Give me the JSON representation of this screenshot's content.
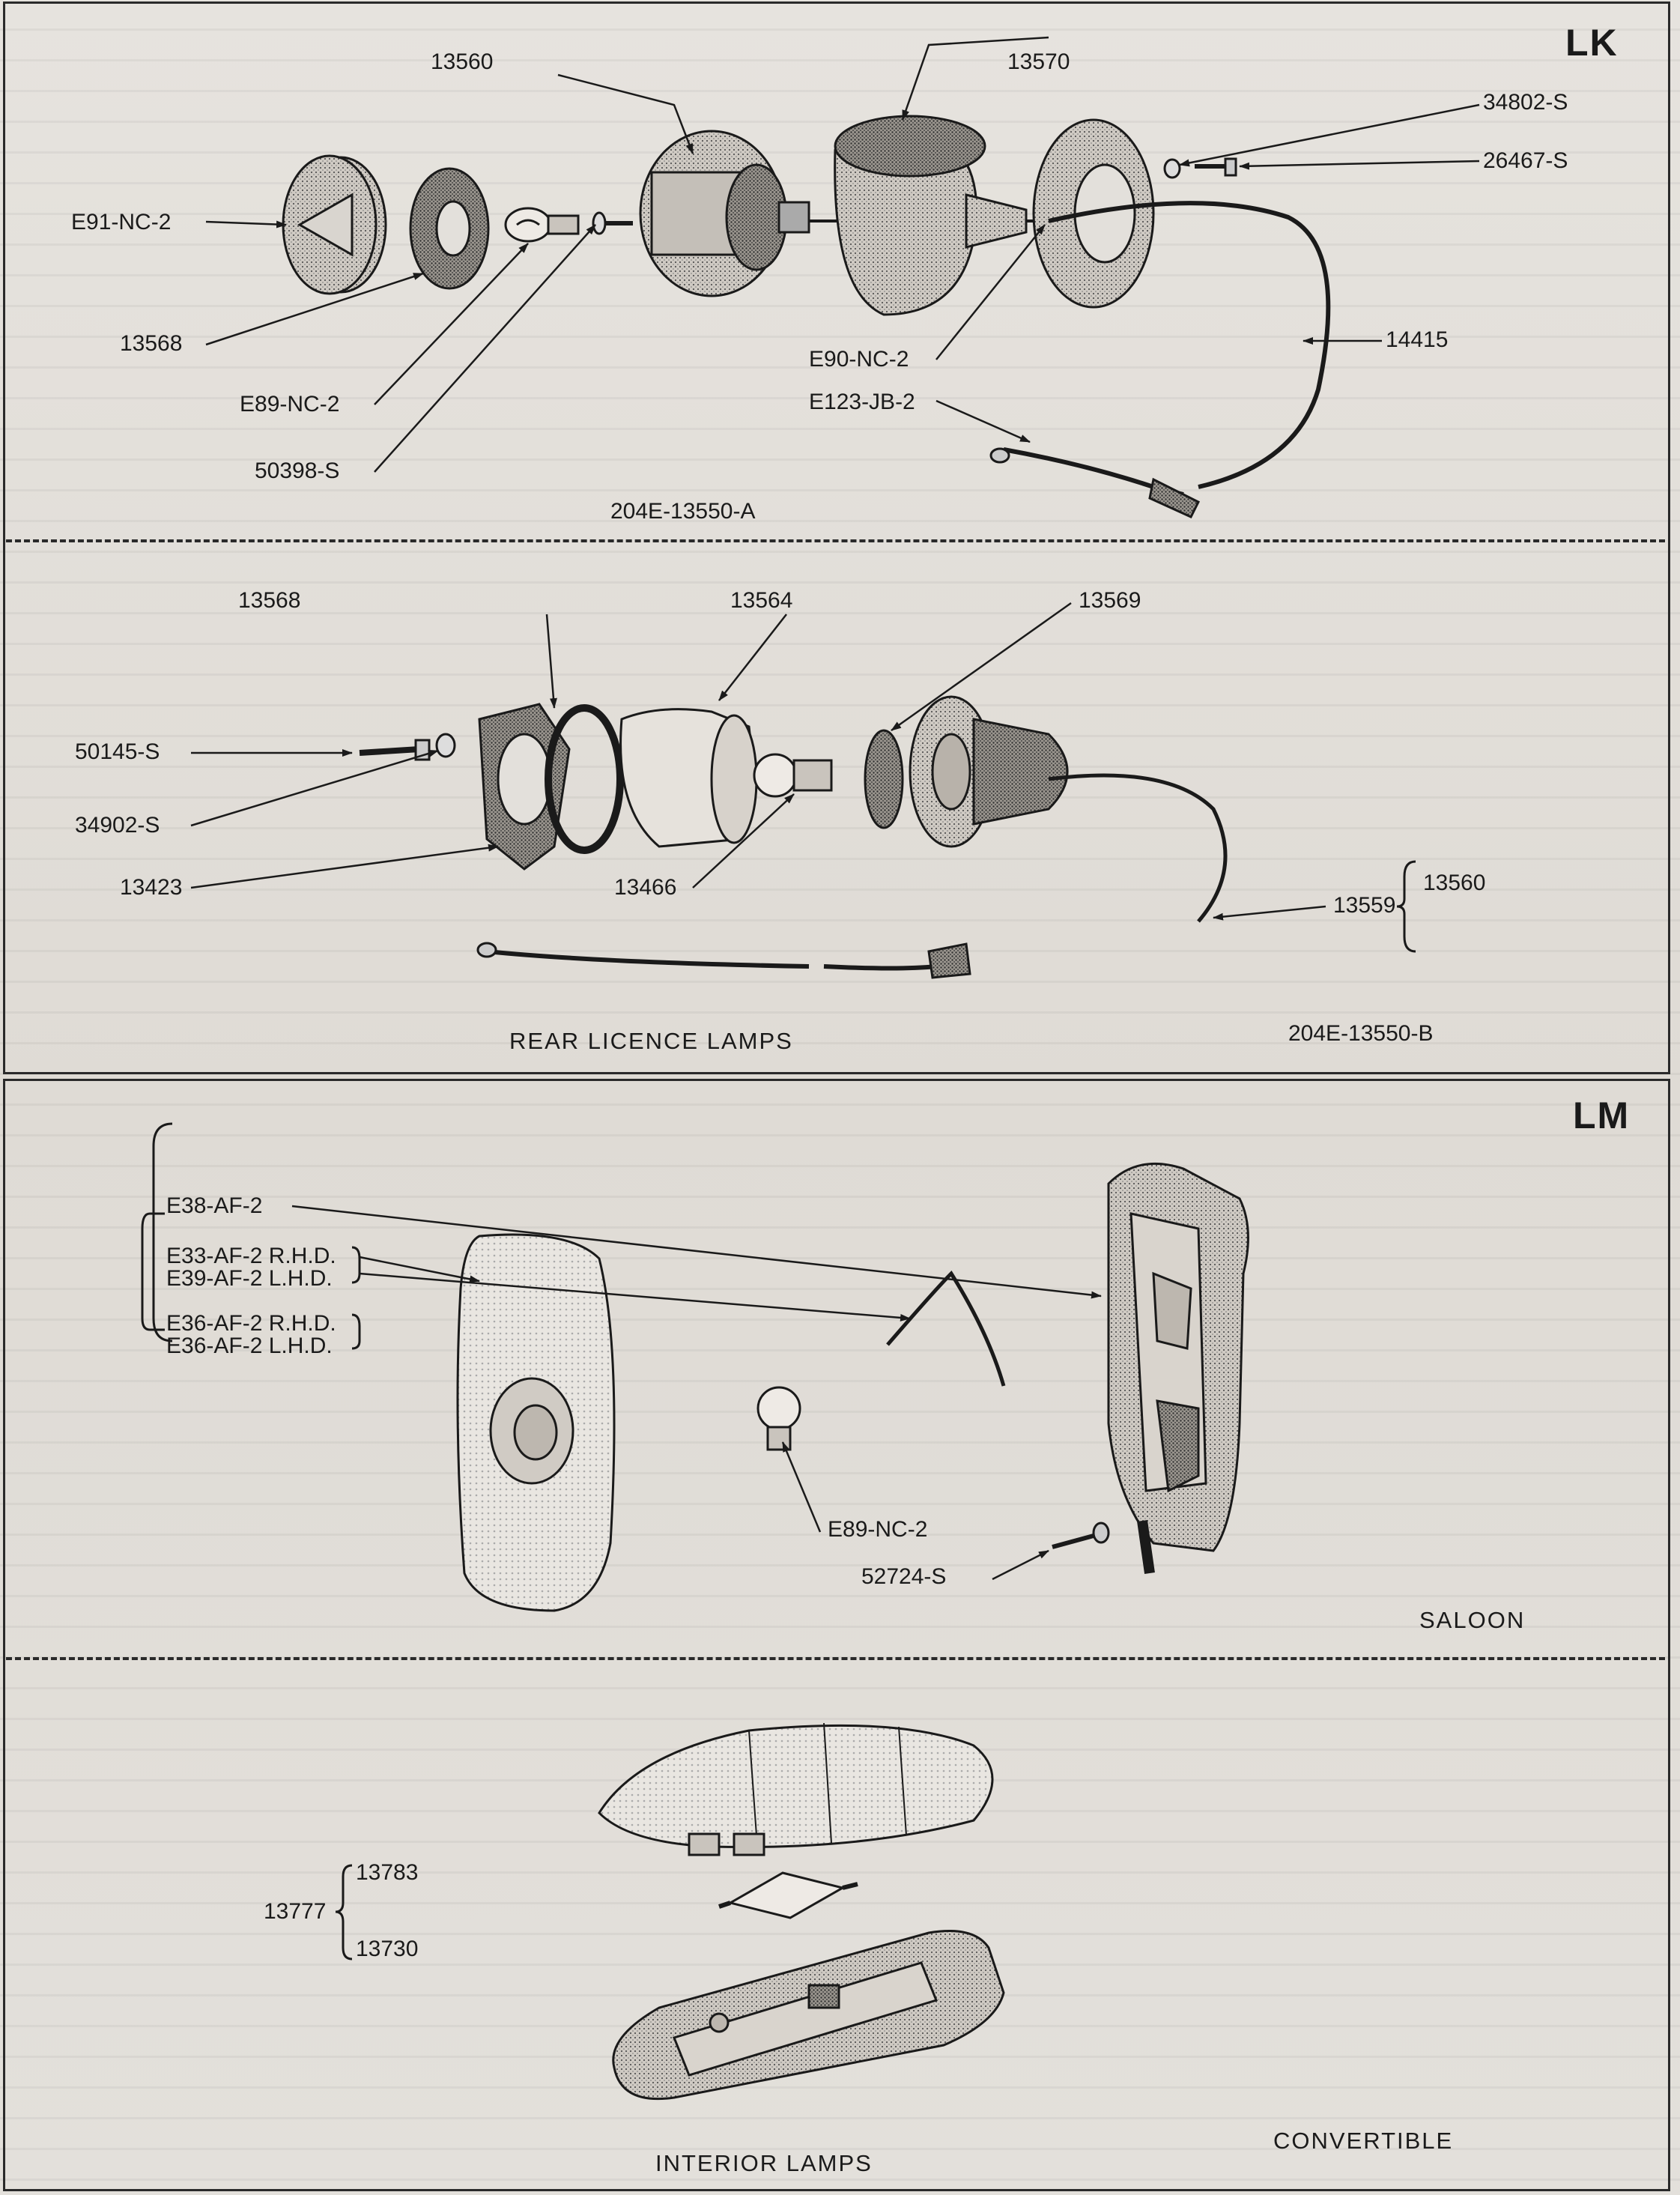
{
  "sections": {
    "lk": {
      "code": "LK",
      "captions": {
        "rear_licence_lamps": "REAR LICENCE LAMPS"
      },
      "labels": {
        "p13560_top": "13560",
        "p13570": "13570",
        "p34802": "34802-S",
        "p26467": "26467-S",
        "e91": "E91-NC-2",
        "p13568_top": "13568",
        "e89_top": "E89-NC-2",
        "p50398": "50398-S",
        "p14415": "14415",
        "e90": "E90-NC-2",
        "e123": "E123-JB-2",
        "assy_a": "204E-13550-A",
        "p13568_b": "13568",
        "p13564": "13564",
        "p13569": "13569",
        "p50145": "50145-S",
        "p34902": "34902-S",
        "p13423": "13423",
        "p13466": "13466",
        "p13559": "13559",
        "p13560_b": "13560",
        "assy_b": "204E-13550-B"
      }
    },
    "lm": {
      "code": "LM",
      "captions": {
        "saloon": "SALOON",
        "interior_lamps": "INTERIOR LAMPS",
        "convertible": "CONVERTIBLE"
      },
      "labels": {
        "e38": "E38-AF-2",
        "e33": "E33-AF-2 R.H.D.",
        "e39": "E39-AF-2 L.H.D.",
        "e36_rhd": "E36-AF-2 R.H.D.",
        "e36_lhd": "E36-AF-2 L.H.D.",
        "e89": "E89-NC-2",
        "p52724": "52724-S",
        "p13783": "13783",
        "p13777": "13777",
        "p13730": "13730"
      }
    }
  },
  "colors": {
    "ink": "#1a1a1a",
    "paper": "#e3e0db",
    "shade": "#8a8580"
  }
}
